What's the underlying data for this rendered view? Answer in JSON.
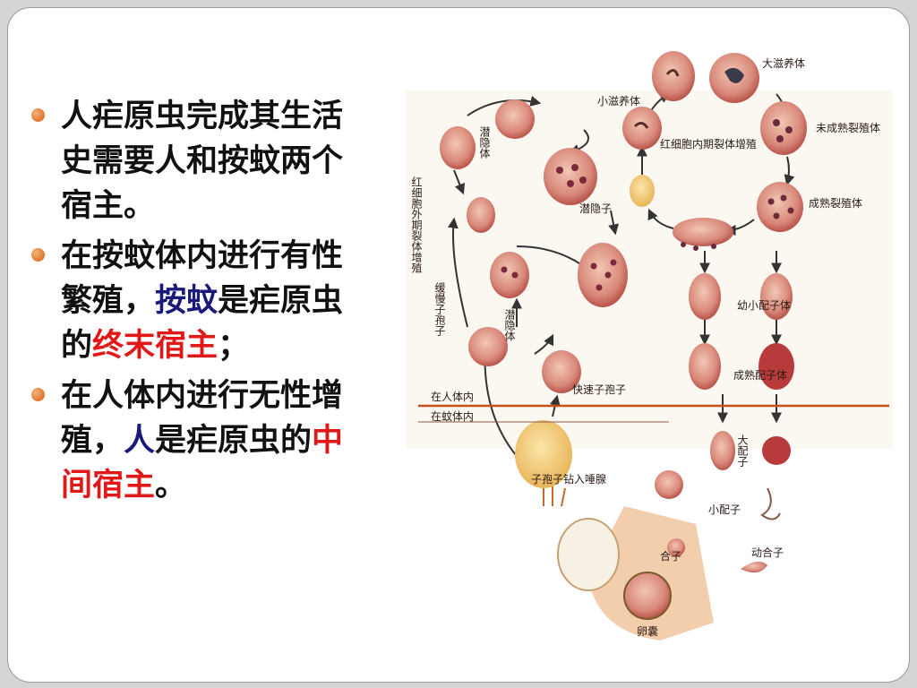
{
  "bullets": [
    {
      "segments": [
        {
          "text": "人疟原虫完成其生活史需要人和按蚊两个宿主。",
          "style": "normal"
        }
      ]
    },
    {
      "segments": [
        {
          "text": "在按蚊体内进行有性繁殖，",
          "style": "normal"
        },
        {
          "text": "按蚊",
          "style": "dark"
        },
        {
          "text": "是疟原虫的",
          "style": "normal"
        },
        {
          "text": "终末宿主",
          "style": "red"
        },
        {
          "text": "；",
          "style": "normal"
        }
      ]
    },
    {
      "segments": [
        {
          "text": "在人体内进行无性增殖，",
          "style": "normal"
        },
        {
          "text": "人",
          "style": "dark"
        },
        {
          "text": "是疟原虫的",
          "style": "normal"
        },
        {
          "text": "中间宿主",
          "style": "red"
        },
        {
          "text": "。",
          "style": "normal"
        }
      ]
    }
  ],
  "colors": {
    "bullet": "#e0762a",
    "dark_highlight": "#1a1a7a",
    "red_highlight": "#e01818",
    "host_line": "#c8501e"
  },
  "figure": {
    "labels": {
      "big_trophozoite": "大滋养体",
      "small_trophozoite": "小滋养体",
      "immature_schizont": "未成熟裂殖体",
      "rbc_schizogony": "红细胞内期裂体增殖",
      "mature_schizont": "成熟裂殖体",
      "hypnozoite": "潜隐子",
      "exo_erythrocytic": "红细胞外期裂体增殖",
      "latent_1": "潜隐体",
      "latent_2": "潜隐体",
      "bradysporozoite": "缓慢子孢子",
      "young_gametocyte": "幼小配子体",
      "mature_gametocyte": "成熟配子体",
      "tachysporozoite": "快速子孢子",
      "in_human": "在人体内",
      "in_mosquito": "在蚊体内",
      "macrogamete": "大配子",
      "sporozoite_gland": "子孢子钻入唾腺",
      "microgamete": "小配子",
      "zygote": "合子",
      "ookinete": "动合子",
      "oocyst": "卵囊"
    }
  }
}
